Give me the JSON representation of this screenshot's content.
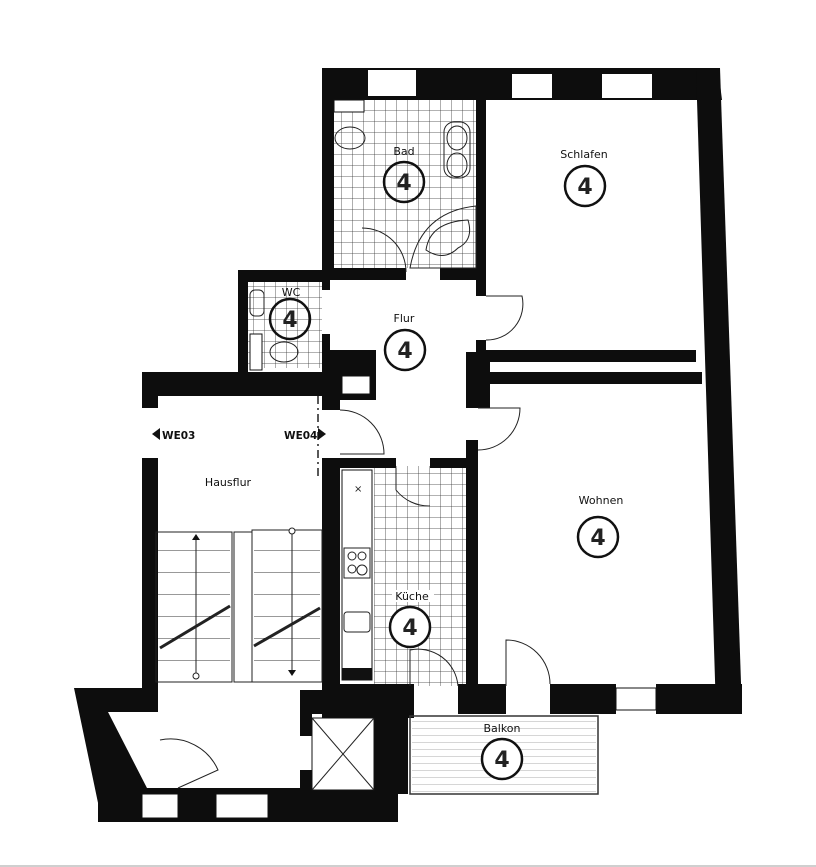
{
  "floorplan": {
    "rooms": [
      {
        "id": "bad",
        "label": "Bad",
        "unit": "4"
      },
      {
        "id": "schlafen",
        "label": "Schlafen",
        "unit": "4"
      },
      {
        "id": "wc",
        "label": "WC",
        "unit": "4"
      },
      {
        "id": "flur",
        "label": "Flur",
        "unit": "4"
      },
      {
        "id": "hausflur",
        "label": "Hausflur"
      },
      {
        "id": "wohnen",
        "label": "Wohnen",
        "unit": "4"
      },
      {
        "id": "kueche",
        "label": "Küche",
        "unit": "4"
      },
      {
        "id": "balkon",
        "label": "Balkon",
        "unit": "4"
      }
    ],
    "markers": {
      "left": "WE03",
      "right": "WE04"
    },
    "colors": {
      "wall": "#0d0d0d",
      "background": "#ffffff",
      "line": "#222222"
    }
  }
}
